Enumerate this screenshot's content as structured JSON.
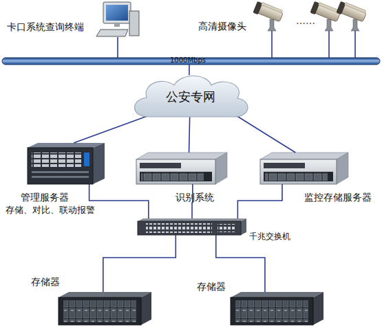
{
  "diagram": {
    "nodes": [
      {
        "text": [
          "卡口系统查询终端"
        ]
      },
      {
        "text": [
          "高清摄像头"
        ]
      },
      {
        "text": [
          "1000Mbps"
        ]
      },
      {
        "text": [
          "公安专网"
        ]
      },
      {
        "text": [
          "管理服务器",
          "存储、对比、联动报警"
        ]
      },
      {
        "text": [
          "识别系统"
        ]
      },
      {
        "text": [
          "监控存储服务器"
        ]
      },
      {
        "text": [
          "千兆交换机"
        ]
      },
      {
        "text": [
          "存储器"
        ]
      },
      {
        "text": [
          "存储器"
        ]
      }
    ],
    "edges": [
      {
        "from": 0,
        "to": 2,
        "arrow": "none"
      },
      {
        "from": 1,
        "to": 2,
        "arrow": "none"
      },
      {
        "from": 2,
        "to": 3,
        "arrow": "none"
      },
      {
        "from": 3,
        "to": 4,
        "arrow": "none"
      },
      {
        "from": 3,
        "to": 5,
        "arrow": "none"
      },
      {
        "from": 3,
        "to": 6,
        "arrow": "none"
      },
      {
        "from": 4,
        "to": 7,
        "arrow": "none"
      },
      {
        "from": 5,
        "to": 7,
        "arrow": "none"
      },
      {
        "from": 6,
        "to": 7,
        "arrow": "none"
      },
      {
        "from": 7,
        "to": 8,
        "arrow": "none"
      },
      {
        "from": 7,
        "to": 9,
        "arrow": "none"
      }
    ],
    "labels": [
      "……"
    ]
  }
}
